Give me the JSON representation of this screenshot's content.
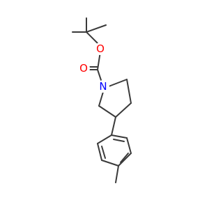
{
  "molecule": {
    "colors": {
      "bond": "#3a3a3a",
      "oxygen": "#ff0000",
      "nitrogen": "#0000ff",
      "background": "#ffffff"
    },
    "atoms": {
      "o_ester": {
        "label": "O",
        "element": "oxygen"
      },
      "o_carbonyl": {
        "label": "O",
        "element": "oxygen"
      },
      "n_ring": {
        "label": "N",
        "element": "nitrogen"
      }
    }
  }
}
